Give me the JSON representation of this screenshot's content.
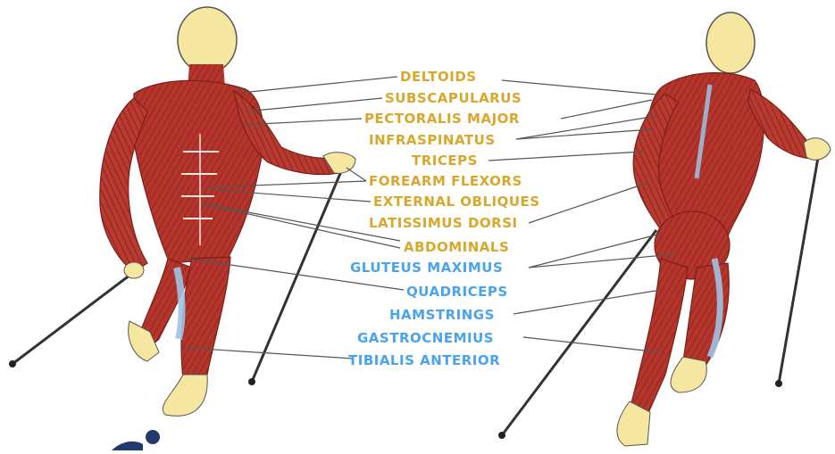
{
  "colors": {
    "upper_label": "#d8a72b",
    "lower_label": "#4aa3ef",
    "muscle": "#b5352c",
    "muscle_dark": "#7a1f18",
    "tendon": "#9ec3e6",
    "skin": "#f6e7a0",
    "pole": "#333333",
    "leader_line": "#555555",
    "logo": "#1f3a6b"
  },
  "labels": [
    {
      "id": "deltoids",
      "text": "DELTOIDS",
      "group": "upper"
    },
    {
      "id": "subscapularus",
      "text": "SUBSCAPULARUS",
      "group": "upper"
    },
    {
      "id": "pectoralis-major",
      "text": "PECTORALIS MAJOR",
      "group": "upper"
    },
    {
      "id": "infraspinatus",
      "text": "INFRASPINATUS",
      "group": "upper"
    },
    {
      "id": "triceps",
      "text": "TRICEPS",
      "group": "upper"
    },
    {
      "id": "forearm-flexors",
      "text": "FOREARM FLEXORS",
      "group": "upper"
    },
    {
      "id": "external-obliques",
      "text": "EXTERNAL OBLIQUES",
      "group": "upper"
    },
    {
      "id": "latissimus-dorsi",
      "text": "LATISSIMUS DORSI",
      "group": "upper"
    },
    {
      "id": "abdominals",
      "text": "ABDOMINALS",
      "group": "upper"
    },
    {
      "id": "gluteus-maximus",
      "text": "GLUTEUS MAXIMUS",
      "group": "lower"
    },
    {
      "id": "quadriceps",
      "text": "QUADRICEPS",
      "group": "lower"
    },
    {
      "id": "hamstrings",
      "text": "HAMSTRINGS",
      "group": "lower"
    },
    {
      "id": "gastrocnemius",
      "text": "GASTROCNEMIUS",
      "group": "lower"
    },
    {
      "id": "tibialis-anterior",
      "text": "TIBIALIS ANTERIOR",
      "group": "lower"
    }
  ],
  "figures": [
    {
      "id": "front-figure",
      "view": "front"
    },
    {
      "id": "back-figure",
      "view": "back"
    }
  ]
}
